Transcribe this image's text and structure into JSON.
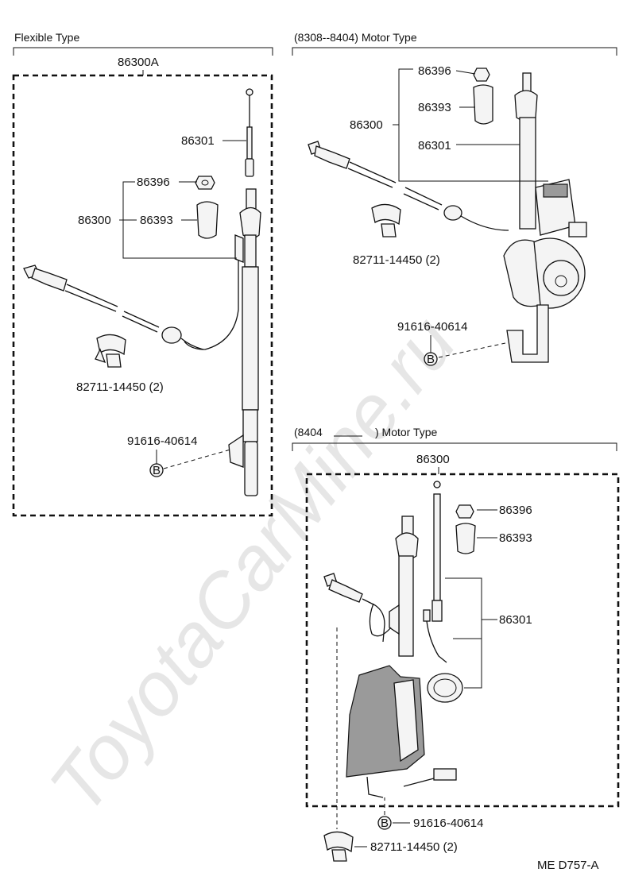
{
  "watermark": "ToyotaCarMine.ru",
  "sections": {
    "flexible": {
      "title": "Flexible Type",
      "assembly": "86300A",
      "labels": {
        "rod": "86301",
        "nut": "86396",
        "mast": "86300",
        "bezel": "86393",
        "clamp": "82711-14450 (2)",
        "bolt": "91616-40614"
      }
    },
    "motor_early": {
      "title": "(8308--8404) Motor Type",
      "labels": {
        "nut": "86396",
        "mast": "86300",
        "bezel": "86393",
        "rod": "86301",
        "clamp": "82711-14450 (2)",
        "bolt": "91616-40614"
      }
    },
    "motor_late": {
      "title_start": "(8404",
      "title_end": ") Motor Type",
      "assembly": "86300",
      "labels": {
        "nut": "86396",
        "bezel": "86393",
        "rod": "86301",
        "bolt": "91616-40614",
        "clamp": "82711-14450 (2)"
      }
    }
  },
  "bolt_marker": "B",
  "footer_code": "ME  D757-A"
}
